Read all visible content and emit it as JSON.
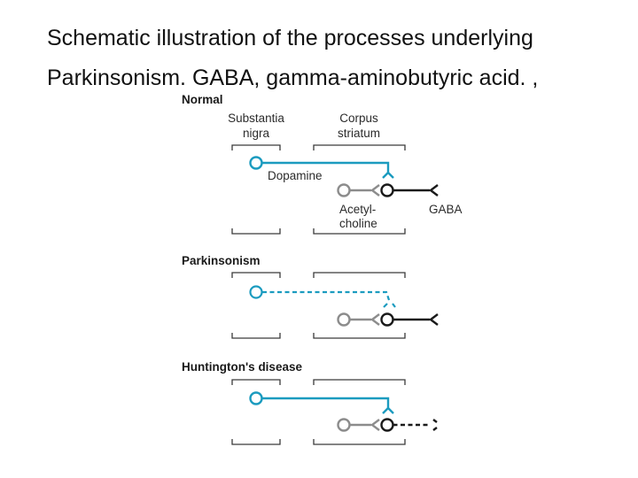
{
  "caption": {
    "line1": "Schematic illustration of the processes underlying",
    "line2": "Parkinsonism. GABA, gamma-aminobutyric acid. ,"
  },
  "panels": {
    "normal": {
      "title": "Normal",
      "region_left_line1": "Substantia",
      "region_left_line2": "nigra",
      "region_right_line1": "Corpus",
      "region_right_line2": "striatum",
      "label_dopamine": "Dopamine",
      "label_ach_line1": "Acetyl-",
      "label_ach_line2": "choline",
      "label_gaba": "GABA"
    },
    "parkinsonism": {
      "title": "Parkinsonism"
    },
    "huntington": {
      "title": "Huntington's disease"
    }
  },
  "colors": {
    "dopamine": "#1b9bbf",
    "acetylcholine": "#8c8c8c",
    "gaba": "#1a1a1a",
    "bracket": "#3a3a3a"
  }
}
